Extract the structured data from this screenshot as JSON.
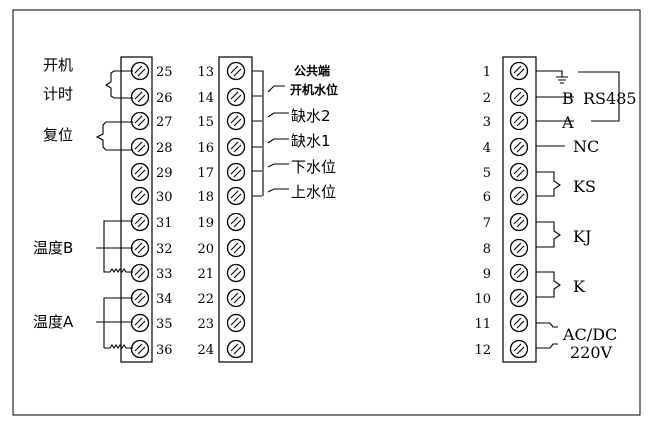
{
  "diagram": {
    "left_terminals": [
      "25",
      "26",
      "27",
      "28",
      "29",
      "30",
      "31",
      "32",
      "33",
      "34",
      "35",
      "36"
    ],
    "middle_terminals": [
      "13",
      "14",
      "15",
      "16",
      "17",
      "18",
      "19",
      "20",
      "21",
      "22",
      "23",
      "24"
    ],
    "right_terminals": [
      "1",
      "2",
      "3",
      "4",
      "5",
      "6",
      "7",
      "8",
      "9",
      "10",
      "11",
      "12"
    ],
    "left_labels": {
      "start_timer_line1": "开机",
      "start_timer_line2": "计时",
      "reset": "复位",
      "temp_b": "温度B",
      "temp_a": "温度A"
    },
    "middle_labels": {
      "common": "公共端",
      "power_on_water": "开机水位",
      "water_low2": "缺水2",
      "water_low1": "缺水1",
      "lower_level": "下水位",
      "upper_level": "上水位"
    },
    "right_labels": {
      "b": "B",
      "a": "A",
      "rs485": "RS485",
      "nc": "NC",
      "ks": "KS",
      "kj": "KJ",
      "k": "K",
      "acdc": "AC/DC",
      "voltage": "220V"
    }
  }
}
